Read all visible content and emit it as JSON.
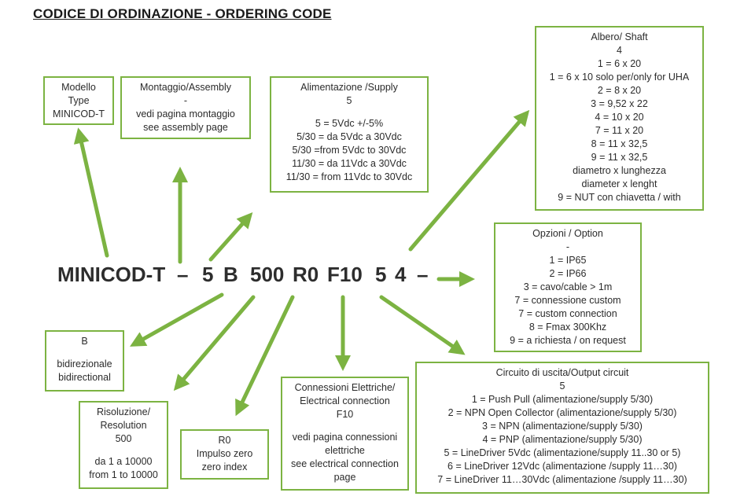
{
  "title": "CODICE DI ORDINAZIONE  - ORDERING CODE",
  "code_parts": [
    "MINICOD-T",
    "–",
    "5",
    "B",
    "500",
    "R0",
    "F10",
    "5",
    "4",
    "–"
  ],
  "colors": {
    "accent": "#7cb342",
    "text": "#2d2d2d"
  },
  "boxes": {
    "model": [
      "Modello",
      "Type",
      "MINICOD-T"
    ],
    "assembly": [
      "Montaggio/Assembly",
      "-",
      "vedi pagina montaggio",
      "see assembly page"
    ],
    "supply": [
      "Alimentazione /Supply",
      "5",
      "",
      "5 = 5Vdc +/-5%",
      "5/30 = da 5Vdc a 30Vdc",
      "5/30 =from 5Vdc to 30Vdc",
      "11/30 = da 11Vdc a 30Vdc",
      "11/30 = from 11Vdc to 30Vdc"
    ],
    "shaft": [
      "Albero/ Shaft",
      "4",
      "1 = 6 x 20",
      "1 = 6 x 10 solo per/only for UHA",
      "2 = 8 x 20",
      "3 = 9,52 x 22",
      "4 = 10 x 20",
      "7 = 11 x 20",
      "8 = 11 x 32,5",
      "9 = 11 x 32,5",
      "diametro x lunghezza",
      "diameter x lenght",
      "9 = NUT con chiavetta / with"
    ],
    "option": [
      "Opzioni / Option",
      "-",
      "1 = IP65",
      "2 = IP66",
      "3 = cavo/cable > 1m",
      "7 = connessione custom",
      "7 = custom connection",
      "8 = Fmax 300Khz",
      "9 = a richiesta / on request"
    ],
    "bidirectional": [
      "B",
      "",
      "bidirezionale",
      "bidirectional"
    ],
    "resolution": [
      "Risoluzione/",
      "Resolution",
      "500",
      "",
      "da 1 a 10000",
      "from 1 to 10000"
    ],
    "zero": [
      "R0",
      "Impulso zero",
      "zero index"
    ],
    "connection": [
      "Connessioni Elettriche/",
      "Electrical connection",
      "F10",
      "",
      "vedi pagina connessioni",
      "elettriche",
      "see electrical connection",
      "page"
    ],
    "output": [
      "Circuito di uscita/Output circuit",
      "5",
      "1 = Push Pull (alimentazione/supply 5/30)",
      "2 = NPN Open Collector (alimentazione/supply 5/30)",
      "3 = NPN (alimentazione/supply 5/30)",
      "4 = PNP (alimentazione/supply 5/30)",
      "5 = LineDriver 5Vdc (alimentazione/supply 11..30 or 5)",
      "6 = LineDriver 12Vdc (alimentazione /supply 11…30)",
      "7 = LineDriver 11…30Vdc  (alimentazione /supply 11…30)"
    ]
  }
}
